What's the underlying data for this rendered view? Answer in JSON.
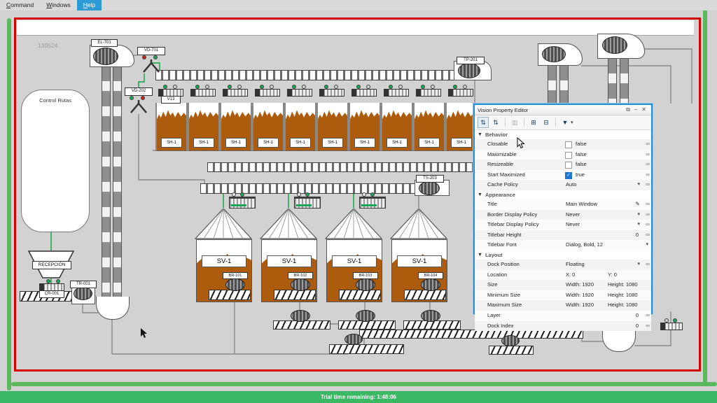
{
  "menu": {
    "items": [
      "Command",
      "Windows",
      "Help"
    ],
    "active_item": "Help"
  },
  "status_bar": {
    "text": "Trial time remaining: 1:48:06"
  },
  "canvas": {
    "watermark": "130524",
    "control_panel_label": "Control Rutas",
    "elevator_left_tag": "EL-701",
    "diverter_top_tag": "VD-701",
    "diverter_mid_tag": "VD-202",
    "top_conveyor_motor_tag": "TP-201",
    "mid_conveyor_motor_tag": "TS-203",
    "first_feeder_tag": "V13",
    "sh_bins": [
      "SH-1",
      "SH-1",
      "SH-1",
      "SH-1",
      "SH-1",
      "SH-1",
      "SH-1",
      "SH-1",
      "SH-1",
      "SH-1"
    ],
    "sv_silos": [
      {
        "label": "SV-1",
        "motor_tag": "BR-101"
      },
      {
        "label": "SV-1",
        "motor_tag": "BR-102"
      },
      {
        "label": "SV-1",
        "motor_tag": "BR-103"
      },
      {
        "label": "SV-1",
        "motor_tag": "BR-104"
      }
    ],
    "reception_label": "RECEPCIÓN",
    "reception_feeder_tag": "CR-001",
    "intake_motor_tag": "TR-001"
  },
  "property_editor": {
    "title": "Vision Property Editor",
    "window_buttons": [
      {
        "name": "float",
        "glyph": "⧉"
      },
      {
        "name": "minimize",
        "glyph": "–"
      },
      {
        "name": "close",
        "glyph": "✕"
      }
    ],
    "toolbar": [
      {
        "name": "sort-categorized",
        "glyph": "⇅",
        "state": "active"
      },
      {
        "name": "sort-alphabetical",
        "glyph": "⇅",
        "state": "normal"
      },
      {
        "name": "table-view",
        "glyph": "▥",
        "state": "disabled"
      },
      {
        "name": "expand-all",
        "glyph": "⊞",
        "state": "normal"
      },
      {
        "name": "collapse-all",
        "glyph": "⊟",
        "state": "normal"
      },
      {
        "name": "filter",
        "glyph": "▼",
        "state": "normal",
        "caret": "▾"
      }
    ],
    "sections": [
      {
        "name": "Behavior",
        "rows": [
          {
            "label": "Closable",
            "type": "checkbox",
            "checked": false,
            "value": "false",
            "link": true
          },
          {
            "label": "Maximizable",
            "type": "checkbox",
            "checked": false,
            "value": "false",
            "link": true
          },
          {
            "label": "Resizeable",
            "type": "checkbox",
            "checked": false,
            "value": "false",
            "link": true
          },
          {
            "label": "Start Maximized",
            "type": "checkbox",
            "checked": true,
            "value": "true",
            "link": true
          },
          {
            "label": "Cache Policy",
            "type": "dropdown",
            "value": "Auto",
            "link": true
          }
        ]
      },
      {
        "name": "Appearance",
        "rows": [
          {
            "label": "Title",
            "type": "edit",
            "value": "Main Window",
            "link": true
          },
          {
            "label": "Border Display Policy",
            "type": "dropdown",
            "value": "Never",
            "link": true
          },
          {
            "label": "Titlebar Display Policy",
            "type": "dropdown",
            "value": "Never",
            "link": true
          },
          {
            "label": "Titlebar Height",
            "type": "number",
            "value": "0",
            "link": true
          },
          {
            "label": "Titlebar Font",
            "type": "dropdown",
            "value": "Dialog, Bold, 12",
            "link": false
          }
        ]
      },
      {
        "name": "Layout",
        "rows": [
          {
            "label": "Dock Position",
            "type": "dropdown",
            "value": "Floating",
            "link": true
          },
          {
            "label": "Location",
            "type": "dual",
            "value": "X: 0",
            "value2": "Y: 0",
            "link": false
          },
          {
            "label": "Size",
            "type": "dual",
            "value": "Width: 1920",
            "value2": "Height: 1080",
            "link": false
          },
          {
            "label": "Minimum Size",
            "type": "dual",
            "value": "Width: 1920",
            "value2": "Height: 1080",
            "link": false
          },
          {
            "label": "Maximum Size",
            "type": "dual",
            "value": "Width: 1920",
            "value2": "Height: 1080",
            "link": false
          },
          {
            "label": "Layer",
            "type": "number",
            "value": "0",
            "link": true
          },
          {
            "label": "Dock Index",
            "type": "number",
            "value": "0",
            "link": true
          }
        ]
      }
    ]
  },
  "colors": {
    "menu_highlight": "#2e9bd6",
    "status_green": "#3bb864",
    "marker_green": "#5cb85c",
    "canvas_border_red": "#d40000",
    "material_brown": "#ad5c0e",
    "indicator_green": "#18a558",
    "indicator_red": "#cc2222",
    "pipe_gray": "#8a8a8a",
    "process_green": "#0aa13c"
  }
}
